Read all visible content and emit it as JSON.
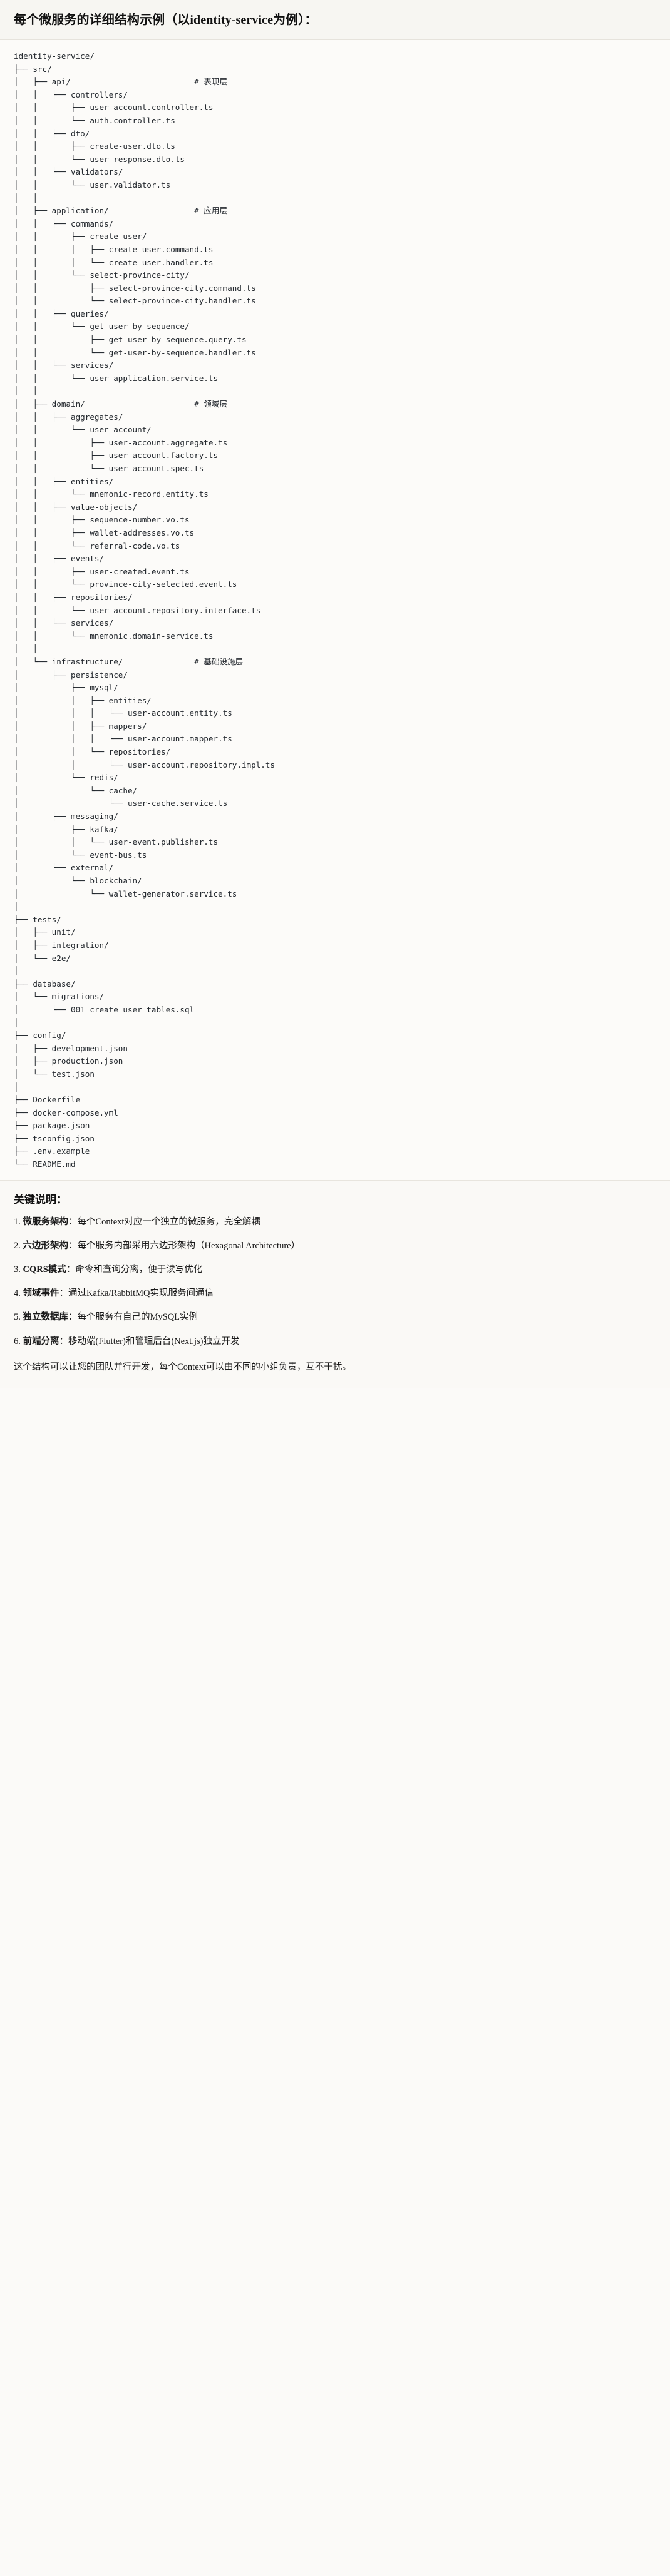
{
  "header": {
    "title": "每个微服务的详细结构示例（以identity-service为例）："
  },
  "tree": {
    "root": "identity-service/",
    "text": "identity-service/\n├── src/\n│   ├── api/                          # 表现层\n│   │   ├── controllers/\n│   │   │   ├── user-account.controller.ts\n│   │   │   └── auth.controller.ts\n│   │   ├── dto/\n│   │   │   ├── create-user.dto.ts\n│   │   │   └── user-response.dto.ts\n│   │   └── validators/\n│   │       └── user.validator.ts\n│   │\n│   ├── application/                  # 应用层\n│   │   ├── commands/\n│   │   │   ├── create-user/\n│   │   │   │   ├── create-user.command.ts\n│   │   │   │   └── create-user.handler.ts\n│   │   │   └── select-province-city/\n│   │   │       ├── select-province-city.command.ts\n│   │   │       └── select-province-city.handler.ts\n│   │   ├── queries/\n│   │   │   └── get-user-by-sequence/\n│   │   │       ├── get-user-by-sequence.query.ts\n│   │   │       └── get-user-by-sequence.handler.ts\n│   │   └── services/\n│   │       └── user-application.service.ts\n│   │\n│   ├── domain/                       # 领域层\n│   │   ├── aggregates/\n│   │   │   └── user-account/\n│   │   │       ├── user-account.aggregate.ts\n│   │   │       ├── user-account.factory.ts\n│   │   │       └── user-account.spec.ts\n│   │   ├── entities/\n│   │   │   └── mnemonic-record.entity.ts\n│   │   ├── value-objects/\n│   │   │   ├── sequence-number.vo.ts\n│   │   │   ├── wallet-addresses.vo.ts\n│   │   │   └── referral-code.vo.ts\n│   │   ├── events/\n│   │   │   ├── user-created.event.ts\n│   │   │   └── province-city-selected.event.ts\n│   │   ├── repositories/\n│   │   │   └── user-account.repository.interface.ts\n│   │   └── services/\n│   │       └── mnemonic.domain-service.ts\n│   │\n│   └── infrastructure/               # 基础设施层\n│       ├── persistence/\n│       │   ├── mysql/\n│       │   │   ├── entities/\n│       │   │   │   └── user-account.entity.ts\n│       │   │   ├── mappers/\n│       │   │   │   └── user-account.mapper.ts\n│       │   │   └── repositories/\n│       │   │       └── user-account.repository.impl.ts\n│       │   └── redis/\n│       │       └── cache/\n│       │           └── user-cache.service.ts\n│       ├── messaging/\n│       │   ├── kafka/\n│       │   │   └── user-event.publisher.ts\n│       │   └── event-bus.ts\n│       └── external/\n│           └── blockchain/\n│               └── wallet-generator.service.ts\n│\n├── tests/\n│   ├── unit/\n│   ├── integration/\n│   └── e2e/\n│\n├── database/\n│   └── migrations/\n│       └── 001_create_user_tables.sql\n│\n├── config/\n│   ├── development.json\n│   ├── production.json\n│   └── test.json\n│\n├── Dockerfile\n├── docker-compose.yml\n├── package.json\n├── tsconfig.json\n├── .env.example\n└── README.md",
    "layer_comments": [
      "# 表现层",
      "# 应用层",
      "# 领域层",
      "# 基础设施层"
    ]
  },
  "notes": {
    "heading": "关键说明：",
    "items": [
      {
        "term": "微服务架构",
        "sep": "：",
        "desc": "每个Context对应一个独立的微服务，完全解耦"
      },
      {
        "term": "六边形架构",
        "sep": "：",
        "desc": "每个服务内部采用六边形架构（Hexagonal Architecture）"
      },
      {
        "term": "CQRS模式",
        "sep": "：",
        "desc": "命令和查询分离，便于读写优化"
      },
      {
        "term": "领域事件",
        "sep": "：",
        "desc": "通过Kafka/RabbitMQ实现服务间通信"
      },
      {
        "term": "独立数据库",
        "sep": "：",
        "desc": "每个服务有自己的MySQL实例"
      },
      {
        "term": "前端分离",
        "sep": "：",
        "desc": "移动端(Flutter)和管理后台(Next.js)独立开发"
      }
    ],
    "closing": "这个结构可以让您的团队并行开发，每个Context可以由不同的小组负责，互不干扰。"
  },
  "colors": {
    "page_background": "#fbfaf8",
    "header_background": "#f7f6f2",
    "text": "#1a1a1a",
    "code_text": "#24292f",
    "divider": "#e6e3dc"
  }
}
